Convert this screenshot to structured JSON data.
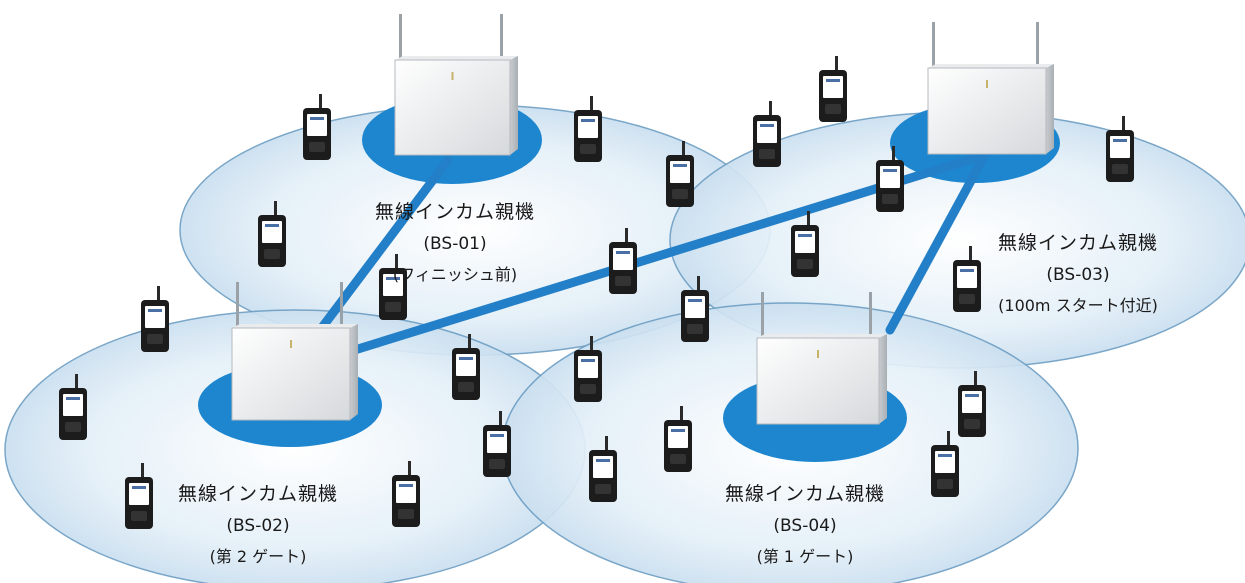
{
  "base_stations": [
    {
      "id": "bs01",
      "name": "無線インカム親機",
      "code": "(BS-01)",
      "location": "(フィニッシュ前)"
    },
    {
      "id": "bs02",
      "name": "無線インカム親機",
      "code": "(BS-02)",
      "location": "(第 2 ゲート)"
    },
    {
      "id": "bs03",
      "name": "無線インカム親機",
      "code": "(BS-03)",
      "location": "(100m スタート付近)"
    },
    {
      "id": "bs04",
      "name": "無線インカム親機",
      "code": "(BS-04)",
      "location": "(第 1 ゲート)"
    }
  ],
  "links": [
    [
      "bs01",
      "bs02"
    ],
    [
      "bs02",
      "bs03"
    ],
    [
      "bs03",
      "bs04"
    ]
  ],
  "colors": {
    "coverage_fill": "#cfe3f2",
    "coverage_edge": "#6f9fc4",
    "footprint": "#1d86cf",
    "link": "#2380c8",
    "transceiver_body": "#1c1c1c",
    "transceiver_screen": "#ffffff"
  },
  "icons": {
    "base_station": "base-station-icon",
    "handheld": "handheld-transceiver-icon"
  }
}
